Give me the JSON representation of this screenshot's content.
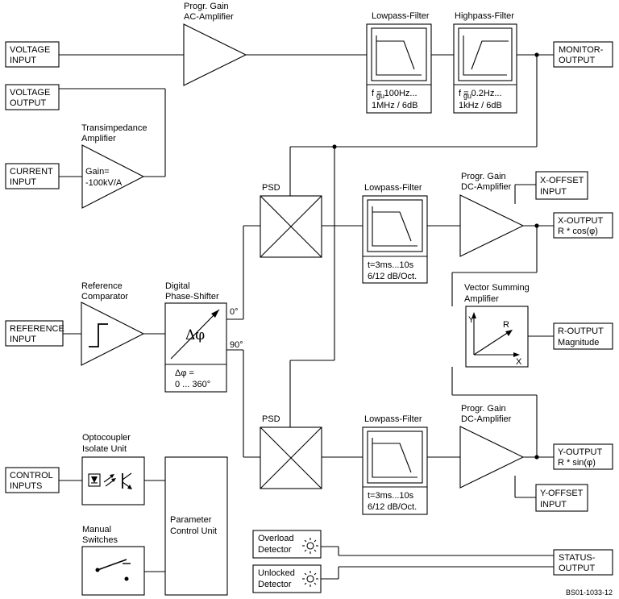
{
  "io": {
    "voltage_input": [
      "VOLTAGE",
      "INPUT"
    ],
    "voltage_output": [
      "VOLTAGE",
      "OUTPUT"
    ],
    "current_input": [
      "CURRENT",
      "INPUT"
    ],
    "reference_input": [
      "REFERENCE",
      "INPUT"
    ],
    "control_inputs": [
      "CONTROL",
      "INPUTS"
    ],
    "monitor_output": [
      "MONITOR-",
      "OUTPUT"
    ],
    "x_offset_input": [
      "X-OFFSET",
      "INPUT"
    ],
    "x_output": [
      "X-OUTPUT",
      "R * cos(φ)"
    ],
    "r_output": [
      "R-OUTPUT",
      "Magnitude"
    ],
    "y_output": [
      "Y-OUTPUT",
      "R * sin(φ)"
    ],
    "y_offset_input": [
      "Y-OFFSET",
      "INPUT"
    ],
    "status_output": [
      "STATUS-",
      "OUTPUT"
    ]
  },
  "blocks": {
    "ac_amplifier_title": [
      "Progr. Gain",
      "AC-Amplifier"
    ],
    "monitor_lowpass_title": "Lowpass-Filter",
    "monitor_lowpass_spec": [
      "f  = 100Hz...",
      "1MHz / 6dB"
    ],
    "monitor_highpass_title": "Highpass-Filter",
    "monitor_highpass_spec": [
      "f  = 0.2Hz...",
      "1kHz / 6dB"
    ],
    "corner_freq_subscript": "gu",
    "transimpedance_title": [
      "Transimpedance",
      "Amplifier"
    ],
    "transimpedance_gain": [
      "Gain=",
      "-100kV/A"
    ],
    "reference_comparator_title": [
      "Reference",
      "Comparator"
    ],
    "phase_shifter_title": [
      "Digital",
      "Phase-Shifter"
    ],
    "phase_shifter_symbol": "Δφ",
    "phase_shifter_range": [
      "Δφ =",
      "0 ... 360°"
    ],
    "phase_0": "0°",
    "phase_90": "90°",
    "psd_label": "PSD",
    "x_lowpass_title": "Lowpass-Filter",
    "x_lowpass_spec": [
      "t=3ms...10s",
      "6/12 dB/Oct."
    ],
    "x_dc_amplifier_title": [
      "Progr. Gain",
      "DC-Amplifier"
    ],
    "vector_summing_title": [
      "Vector Summing",
      "Amplifier"
    ],
    "vector_axes": [
      "Y",
      "R",
      "X"
    ],
    "y_lowpass_title": "Lowpass-Filter",
    "y_lowpass_spec": [
      "t=3ms...10s",
      "6/12 dB/Oct."
    ],
    "y_dc_amplifier_title": [
      "Progr. Gain",
      "DC-Amplifier"
    ],
    "optocoupler_title": [
      "Optocoupler",
      "Isolate Unit"
    ],
    "manual_switches_title": [
      "Manual",
      "Switches"
    ],
    "parameter_control_unit": [
      "Parameter",
      "Control Unit"
    ],
    "overload_detector": [
      "Overload",
      "Detector"
    ],
    "unlocked_detector": [
      "Unlocked",
      "Detector"
    ]
  },
  "figure_ref": "BS01-1033-12"
}
